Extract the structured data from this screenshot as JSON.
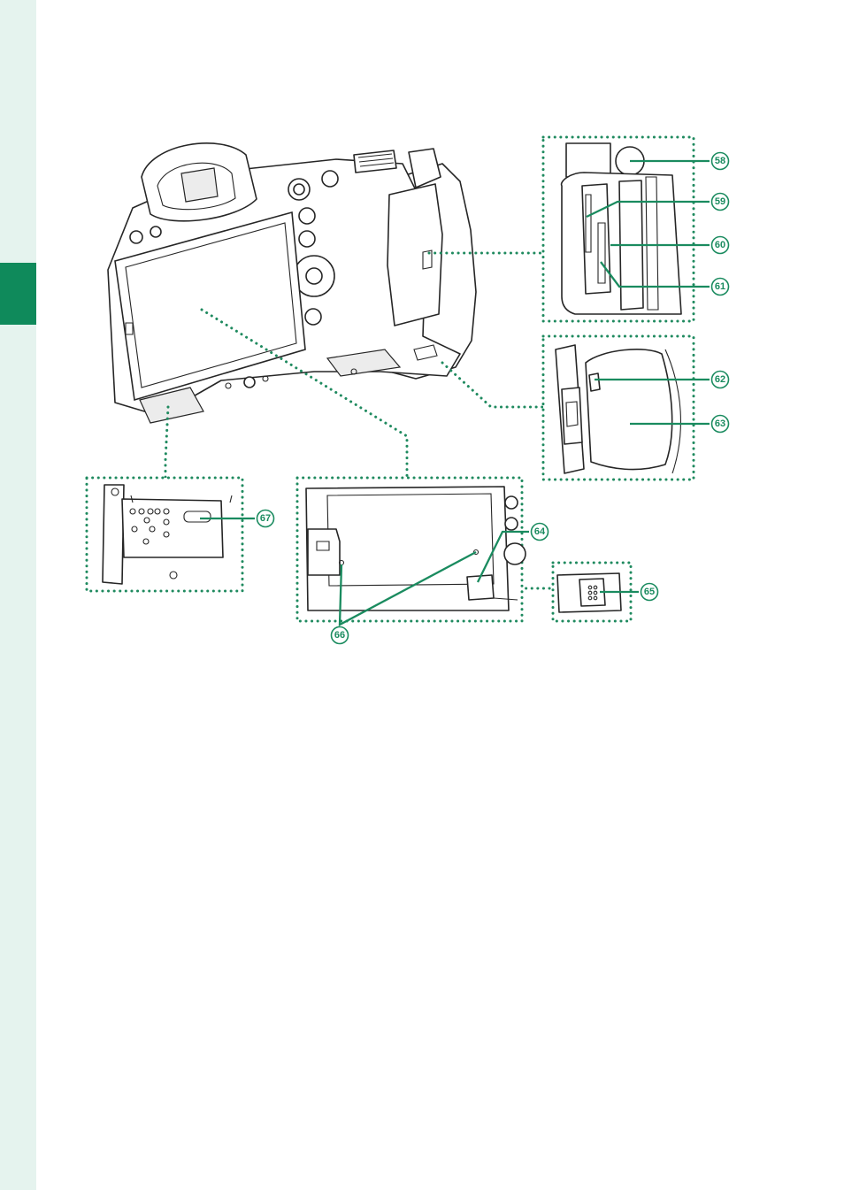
{
  "colors": {
    "sidebar_bg": "#e5f3ee",
    "section_tab": "#0f8a5b",
    "callout": "#1a8b5f"
  },
  "callouts": {
    "c58": "58",
    "c59": "59",
    "c60": "60",
    "c61": "61",
    "c62": "62",
    "c63": "63",
    "c64": "64",
    "c65": "65",
    "c66": "66",
    "c67": "67"
  }
}
